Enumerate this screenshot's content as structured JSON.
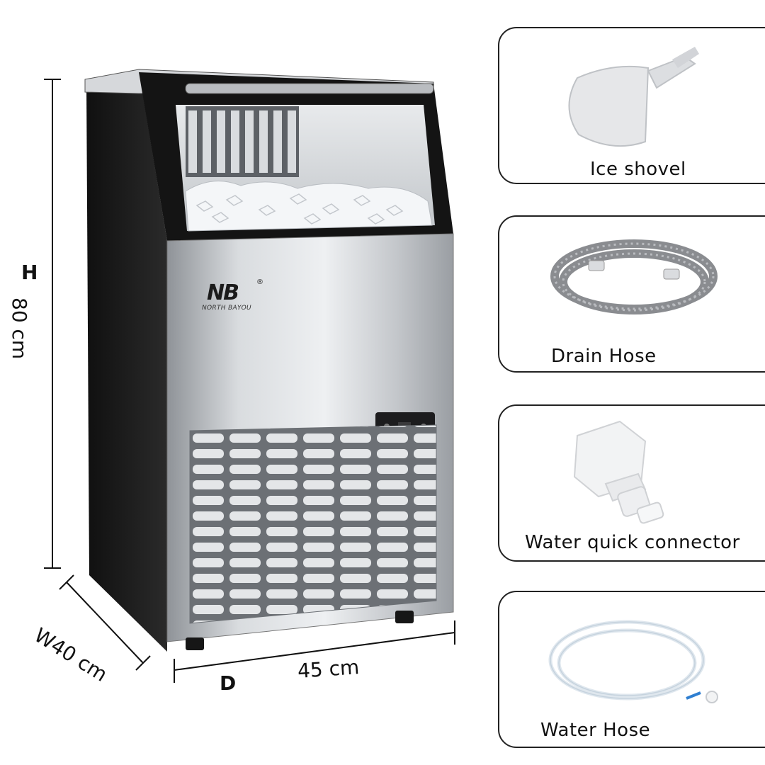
{
  "dimensions": {
    "height_letter": "H",
    "height_value": "80 cm",
    "width_value": "W40 cm",
    "depth_letter": "D",
    "depth_value": "45 cm"
  },
  "brand": {
    "mark": "NB",
    "registered": "®",
    "name": "NORTH BAYOU"
  },
  "accessories": [
    {
      "label": "Ice shovel",
      "icon": "ice-scoop-icon"
    },
    {
      "label": "Drain Hose",
      "icon": "coiled-hose-icon"
    },
    {
      "label": "Water quick connector",
      "icon": "quick-connector-icon"
    },
    {
      "label": "Water Hose",
      "icon": "water-tube-icon"
    }
  ],
  "colors": {
    "cabinet": "#1a1a1a",
    "steel": "#c9ccd0",
    "outline": "#222222",
    "hose_gray": "#8a8c90"
  }
}
